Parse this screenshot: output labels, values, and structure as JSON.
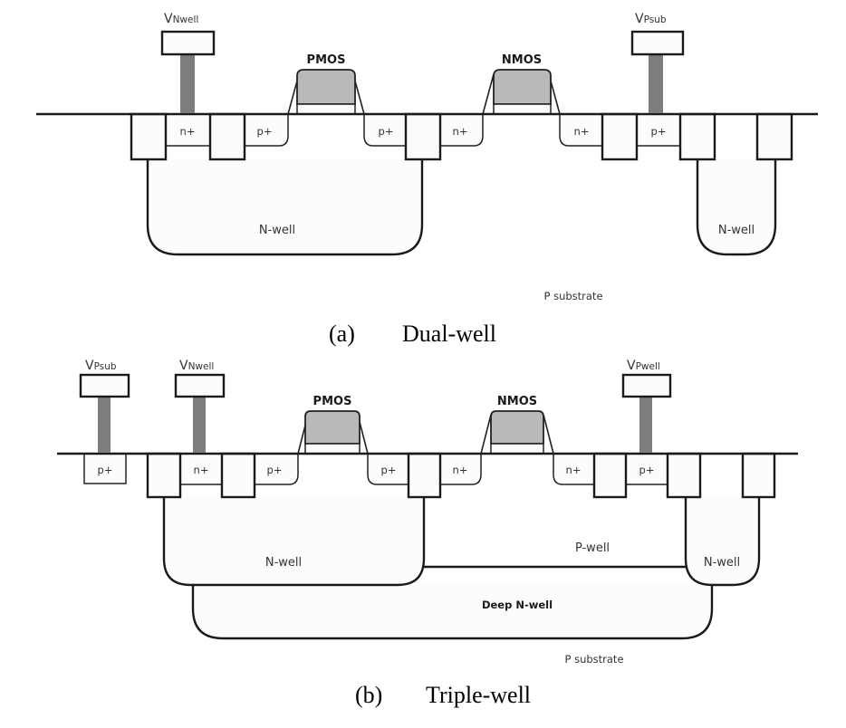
{
  "figure_a": {
    "caption_tag": "(a)",
    "caption_text": "Dual-well",
    "terminals": [
      {
        "v": "V",
        "sub": "Nwell"
      },
      {
        "v": "V",
        "sub": "Psub"
      }
    ],
    "transistors": [
      "PMOS",
      "NMOS"
    ],
    "diffusions": [
      "n+",
      "p+",
      "p+",
      "n+",
      "n+",
      "p+"
    ],
    "wells": [
      "N-well",
      "N-well"
    ],
    "substrate": "P substrate"
  },
  "figure_b": {
    "caption_tag": "(b)",
    "caption_text": "Triple-well",
    "terminals": [
      {
        "v": "V",
        "sub": "Psub"
      },
      {
        "v": "V",
        "sub": "Nwell"
      },
      {
        "v": "V",
        "sub": "Pwell"
      }
    ],
    "transistors": [
      "PMOS",
      "NMOS"
    ],
    "diffusions": [
      "p+",
      "n+",
      "p+",
      "p+",
      "n+",
      "n+",
      "p+"
    ],
    "wells": [
      "N-well",
      "P-well",
      "N-well",
      "Deep N-well"
    ],
    "substrate": "P substrate"
  }
}
